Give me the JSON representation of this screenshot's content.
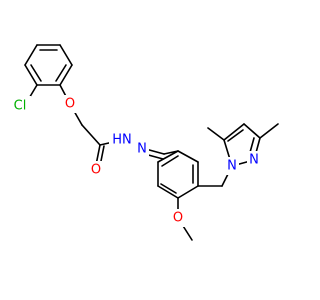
{
  "colors": {
    "bond": "#000000",
    "carbon": "#000000",
    "oxygen": "#ff0000",
    "nitrogen": "#0000ff",
    "chlorine": "#00b000",
    "background": "#ffffff"
  },
  "atom_labels": {
    "cl": "Cl",
    "o_ether": "O",
    "o_carbonyl": "O",
    "nh": "HN",
    "n_imine": "N",
    "n1_pyrazole": "N",
    "n2_pyrazole": "N",
    "o_methoxy": "O"
  }
}
